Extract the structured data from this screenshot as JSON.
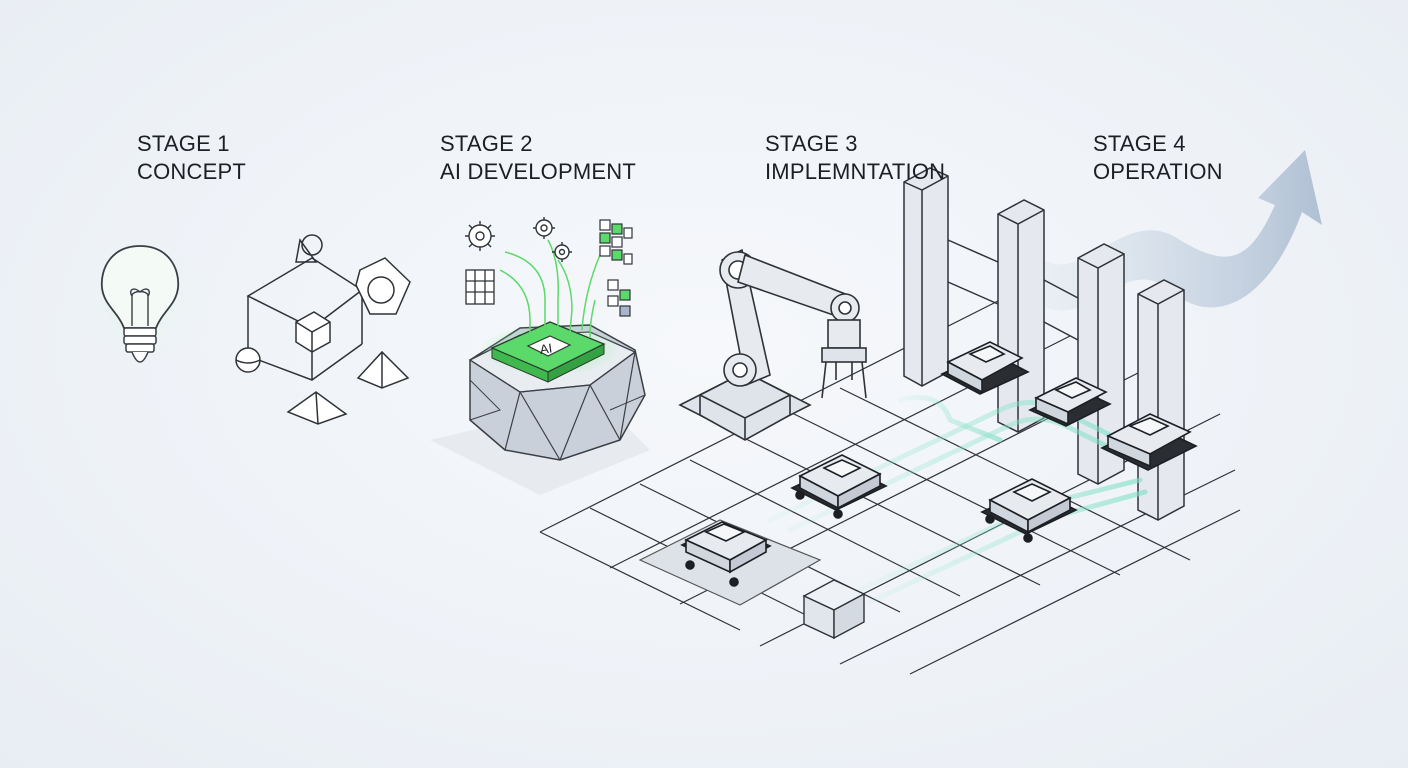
{
  "stages": [
    {
      "number": "STAGE 1",
      "name": "CONCEPT"
    },
    {
      "number": "STAGE 2",
      "name": "AI DEVELOPMENT"
    },
    {
      "number": "STAGE 3",
      "name": "IMPLEMNTATION"
    },
    {
      "number": "STAGE 4",
      "name": "OPERATION"
    }
  ],
  "chip_text": "AI",
  "colors": {
    "ink": "#1c1f24",
    "line": "#2f3338",
    "metal": "#dfe4ea",
    "metal_dark": "#aeb6c1",
    "accent_green": "#3fcf54",
    "trail": "#7fe0c4",
    "arrow": "#b8c7d9"
  },
  "icons": [
    "lightbulb-icon",
    "geometry-shapes-icon",
    "gear-icon",
    "grid-icon",
    "ai-chip-icon",
    "robot-arm-icon",
    "agv-robot-icon",
    "pillar-icon",
    "growth-arrow-icon"
  ]
}
